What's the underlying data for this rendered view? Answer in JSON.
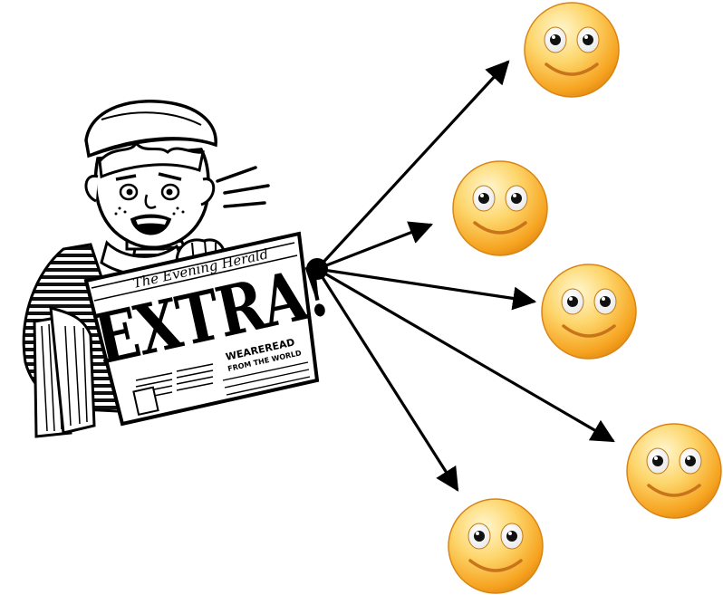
{
  "newspaper": {
    "masthead": "The Evening Herald",
    "headline": "EXTRA!",
    "subhead_1": "WEAREREAD",
    "subhead_2": "FROM THE WORLD"
  },
  "colors": {
    "stroke": "#000000",
    "smiley_light": "#fff6c9",
    "smiley_mid": "#fdbb4a",
    "smiley_dark": "#e58a12",
    "paper": "#ffffff"
  },
  "icons": [
    "newsboy-illustration",
    "hub-node",
    "arrow",
    "smiley-face-icon"
  ],
  "recipients": [
    {
      "name": "smiley-1"
    },
    {
      "name": "smiley-2"
    },
    {
      "name": "smiley-3"
    },
    {
      "name": "smiley-4"
    },
    {
      "name": "smiley-5"
    }
  ]
}
